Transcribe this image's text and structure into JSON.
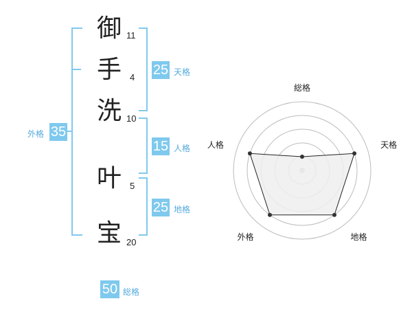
{
  "name": {
    "characters": [
      {
        "char": "御",
        "strokes": "11"
      },
      {
        "char": "手",
        "strokes": "4"
      },
      {
        "char": "洗",
        "strokes": "10"
      },
      {
        "char": "叶",
        "strokes": "5"
      },
      {
        "char": "宝",
        "strokes": "20"
      }
    ]
  },
  "kaku": {
    "tenkaku": {
      "value": "25",
      "label": "天格"
    },
    "jinkaku": {
      "value": "15",
      "label": "人格"
    },
    "chikaku": {
      "value": "25",
      "label": "地格"
    },
    "gaikaku": {
      "value": "35",
      "label": "外格"
    },
    "soukaku": {
      "value": "50",
      "label": "総格"
    }
  },
  "chart_data": {
    "type": "radar",
    "axes": [
      "総格",
      "天格",
      "地格",
      "外格",
      "人格"
    ],
    "max": 5,
    "values": [
      1,
      4,
      4,
      4,
      4
    ],
    "colors": {
      "fill": "#efefef",
      "line": "#222222",
      "grid": "#bbbbbb",
      "point": "#333333",
      "center": "#bbbbbb"
    }
  }
}
